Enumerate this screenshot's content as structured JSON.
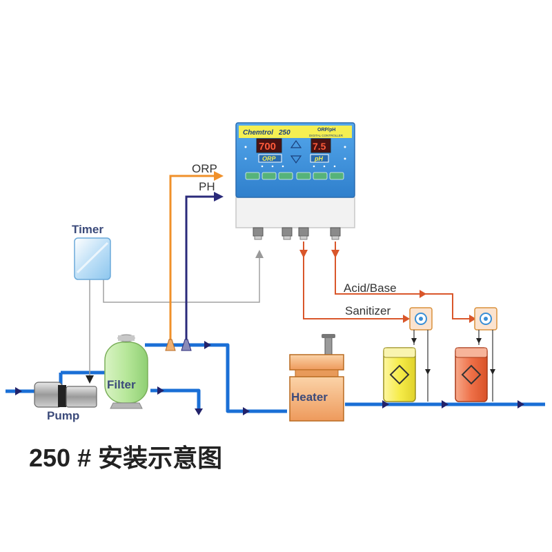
{
  "controller": {
    "brand": "Chemtrol",
    "model": "250",
    "subtitle_1": "ORP/pH",
    "subtitle_2": "DIGITAL CONTROLLER",
    "orp_display": "700",
    "ph_display": "7.5",
    "orp_label": "ORP",
    "ph_label": "pH"
  },
  "signals": {
    "orp": "ORP",
    "ph": "PH"
  },
  "labels": {
    "timer": "Timer",
    "filter": "Filter",
    "pump": "Pump",
    "heater": "Heater",
    "acid_base": "Acid/Base",
    "sanitizer": "Sanitizer"
  },
  "caption": "250 # 安装示意图",
  "colors": {
    "pipe": "#1a6fd6",
    "orp_line": "#f0902a",
    "ph_line": "#2a2a7a",
    "acid_line": "#d9562a",
    "control_line": "#999999",
    "controller_body": "#3f8fd8",
    "display_bg": "#4a1212",
    "display_digits": "#ff5a3a",
    "sanitizer_tank": "#f5ee5a",
    "acid_tank": "#ef7a55",
    "heater": "#f6b27a"
  }
}
